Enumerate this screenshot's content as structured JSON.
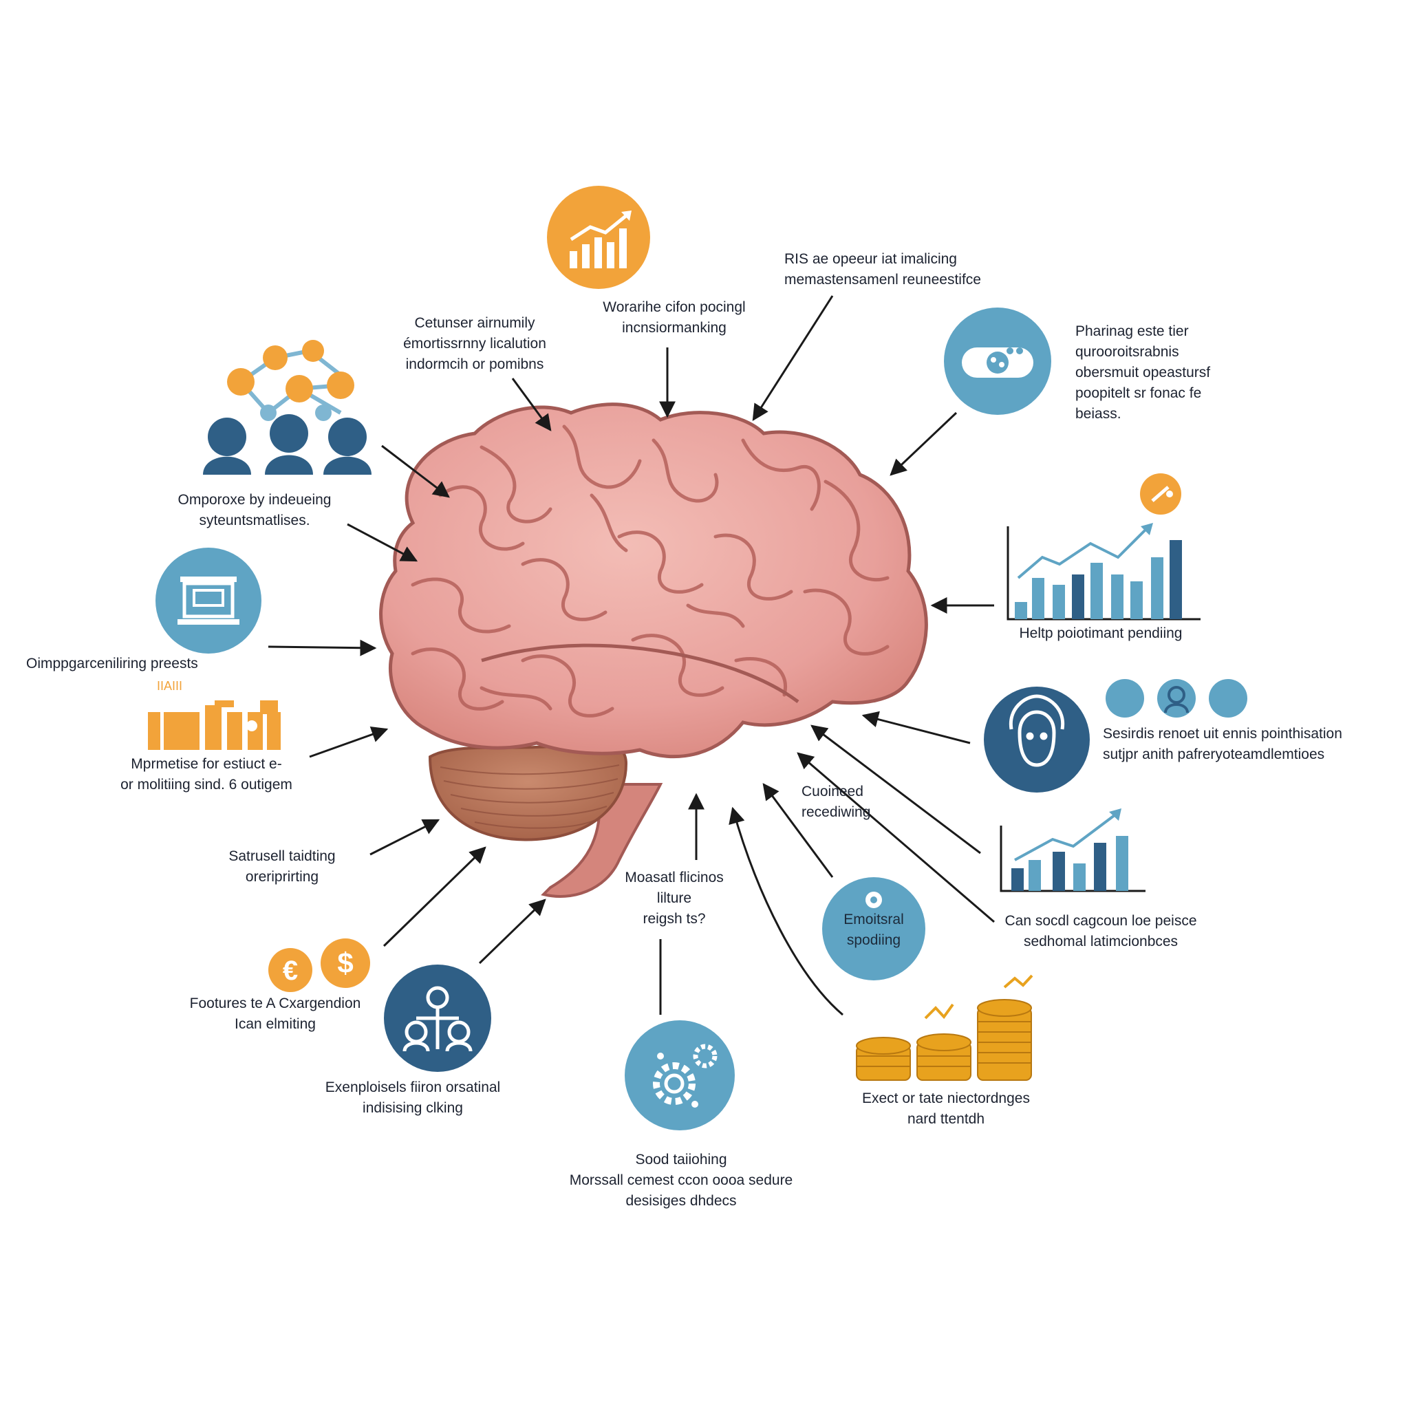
{
  "colors": {
    "orange": "#F2A33A",
    "gold": "#E8A21E",
    "teal": "#5FA4C4",
    "navy": "#2F5F86",
    "brain": "#E8A09B",
    "brain_outline": "#A35A55",
    "cerebellum": "#B5735A",
    "arrow": "#1a1a1a"
  },
  "icons": {
    "top_growth": "growth-chart-icon",
    "social_network": "social-network-icon",
    "money_box": "cash-register-icon",
    "bar_buildings": "orange-bars-icon",
    "currency_coins": "euro-dollar-coins-icon",
    "org_people": "people-hierarchy-icon",
    "gears": "gears-icon",
    "coin_stacks": "coin-stacks-icon",
    "emotional_badge": "emotion-badge-icon",
    "trend_chart_right": "trend-chart-icon",
    "face_head": "face-head-icon",
    "people_dots": "people-dots-icon",
    "eyes_mask": "eyes-mask-icon",
    "bar_chart_right": "bar-chart-icon"
  },
  "labels": {
    "top_center": "Worarihe cifon pocingl\nincnsiormanking",
    "top_left": "Cetunser airnumily\némortissrnny licalution\nindormcih or pomibns",
    "top_right": "RIS ae opeeur iat imalicing\nmemastensamenl reuneestifce",
    "right_upper": "Pharinag este tier\nqurooroitsrabnis\nobersmuit opeastursf\npoopitelt sr fonac fe\nbeiass.",
    "right_chart": "Heltp poiotimant pendiing",
    "right_mid": "Sesirdis renoet uit ennis pointhisation\nsutjpr anith pafreryoteamdlemtioes",
    "right_lower_center": "Cuoineed\nrecediwing",
    "right_lower": "Can socdl cagcoun loe peisce\nsedhomal latimcionbces",
    "emotional_badge": "Emoitsral\nspodiing",
    "coins": "Exect or tate niectordnges\nnard ttentdh",
    "bottom_center": "Sood taiiohing\nMorssall cemest ccon oooa sedure\ndesisiges dhdecs",
    "center_bottom": "Moasatl flicinos\nlilture\nreigsh ts?",
    "left_social": "Omporoxe by indeueing\nsyteuntsmatlises.",
    "left_mid": "Oimppgarceniliring preests",
    "left_bars_sign": "IIAIII",
    "left_lower": "Mprmetise for estiuct e-\nor molitiing sind. 6 outigem",
    "left_saturated": "Satrusell taidting\noreriprirting",
    "left_currency": "Footures te A Cxargendion\nIcan elmiting",
    "left_bottom": "Exenploisels fiiron orsatinal\nindisising clking"
  }
}
